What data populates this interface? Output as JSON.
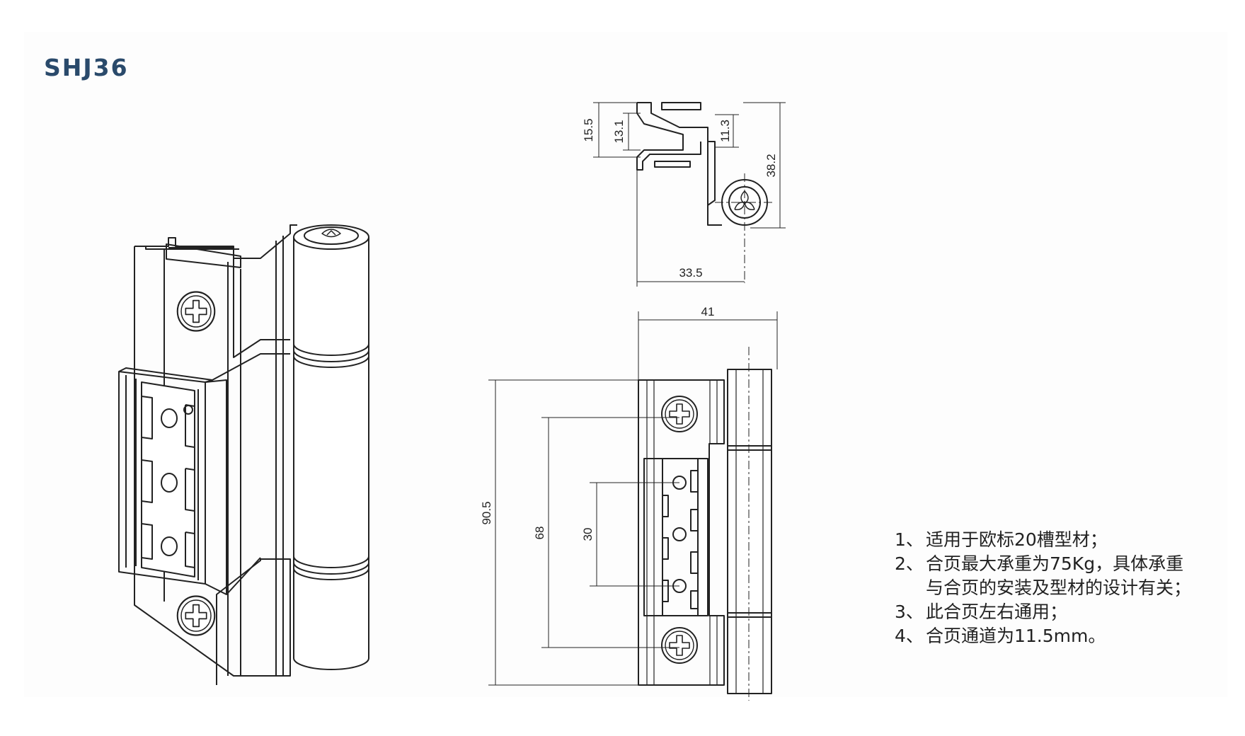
{
  "title": "SHJ36",
  "dimensions": {
    "top_view": [
      "15.5",
      "13.1",
      "11.3",
      "38.2",
      "33.5"
    ],
    "front_view": [
      "41",
      "90.5",
      "68",
      "30"
    ]
  },
  "notes": [
    {
      "num": "1、",
      "text": "适用于欧标20槽型材；"
    },
    {
      "num": "2、",
      "text": "合页最大承重为75Kg，具体承重与合页的安装及型材的设计有关；"
    },
    {
      "num": "3、",
      "text": "此合页左右通用；"
    },
    {
      "num": "4、",
      "text": "合页通道为11.5mm。"
    }
  ],
  "colors": {
    "title": "#2a4a6b",
    "line": "#222222",
    "text": "#222222"
  }
}
